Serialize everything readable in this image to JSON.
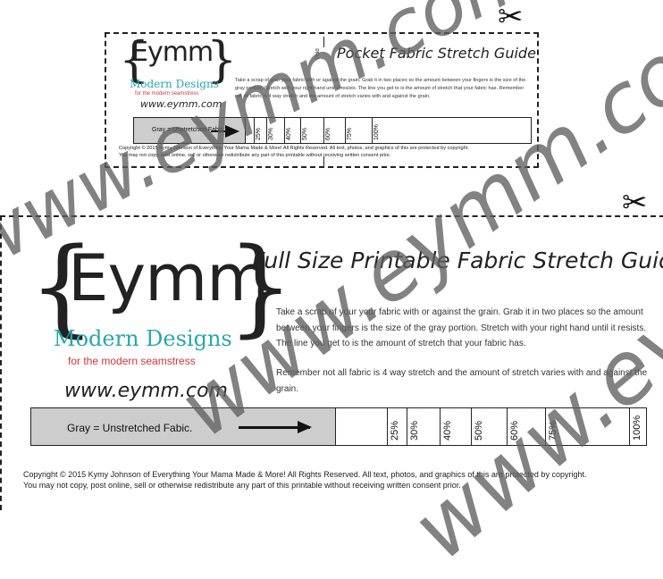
{
  "scissors_icon": "✂",
  "logo": {
    "brace_open": "{",
    "brace_close": "}",
    "name": "Eymm",
    "sub": "Modern Designs",
    "tagline": "for the modern seamstress",
    "url": "www.eymm.com"
  },
  "small": {
    "fold_label": "Fold",
    "title": "Pocket Fabric Stretch Guide",
    "paragraph": "Take a scrap of your your fabric with or against the grain. Grab it in two places so the amount between your fingers is the size of the gray portion. Stretch with your right hand until it resists. The line you get to is the amount of stretch that your fabric has. Remember not all fabric is 4 way stretch and the amount of stretch varies with and against the grain.",
    "gray_label": "Gray = Unstretched Fabic.",
    "ticks": [
      "25%",
      "30%",
      "40%",
      "50%",
      "60%",
      "75%",
      "100%"
    ],
    "copyright": [
      "Copyright © 2015 Kymy Johnson of Everything Your Mama Made & More! All Rights Reserved. All text, photos, and graphics of this are protected by copyright.",
      "You may not copy, post online, sell or otherwise redistribute any part of this printable without receiving written consent prior."
    ]
  },
  "large": {
    "title": "Full Size Printable Fabric Stretch Guide",
    "paragraph1": "Take a scrap of your your fabric with or against the grain. Grab it in two places so the amount between your fingers is the size of the gray portion. Stretch with your right hand until it resists. The line you get to is the amount of stretch that your fabric has.",
    "paragraph2": "Remember not all fabric is 4 way stretch and the amount of stretch varies with and against the grain.",
    "gray_label": "Gray = Unstretched Fabic.",
    "ticks": [
      "25%",
      "30%",
      "40%",
      "50%",
      "60%",
      "75%",
      "100%"
    ],
    "copyright": [
      "Copyright © 2015 Kymy Johnson of Everything Your Mama Made & More! All Rights Reserved. All text, photos, and graphics of this are protected by copyright.",
      "You may not copy, post online, sell or otherwise redistribute any part of this printable without receiving written consent prior."
    ]
  },
  "watermark": "www.eymm.com",
  "colors": {
    "teal": "#2aa7ad",
    "red": "#d2353a",
    "gray_fill": "#cdcdcd",
    "watermark": "#5f5f5f"
  }
}
